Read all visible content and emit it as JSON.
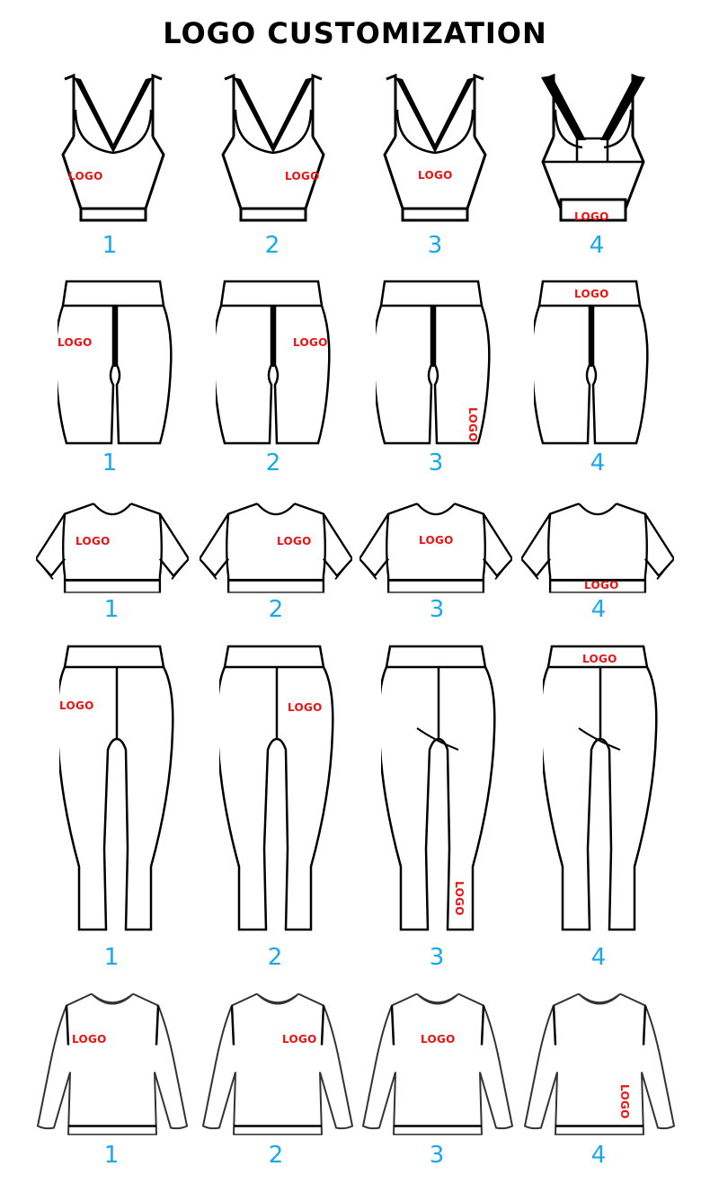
{
  "title": "LOGO CUSTOMIZATION",
  "colors": {
    "logo": "#ee1111",
    "number": "#1aa7ec",
    "outline": "#000000"
  },
  "logo_label": "LOGO",
  "rows": [
    {
      "garment": "sports-bra",
      "items": [
        {
          "number": "1",
          "placement": "left chest"
        },
        {
          "number": "2",
          "placement": "right chest"
        },
        {
          "number": "3",
          "placement": "center chest"
        },
        {
          "number": "4",
          "placement": "bottom band"
        }
      ]
    },
    {
      "garment": "shorts",
      "items": [
        {
          "number": "1",
          "placement": "left hip"
        },
        {
          "number": "2",
          "placement": "right hip"
        },
        {
          "number": "3",
          "placement": "right leg hem (vertical)"
        },
        {
          "number": "4",
          "placement": "waistband"
        }
      ]
    },
    {
      "garment": "crop-tee",
      "items": [
        {
          "number": "1",
          "placement": "left chest"
        },
        {
          "number": "2",
          "placement": "right chest"
        },
        {
          "number": "3",
          "placement": "center chest"
        },
        {
          "number": "4",
          "placement": "bottom band"
        }
      ]
    },
    {
      "garment": "leggings",
      "items": [
        {
          "number": "1",
          "placement": "left hip"
        },
        {
          "number": "2",
          "placement": "right hip"
        },
        {
          "number": "3",
          "placement": "right calf (vertical)"
        },
        {
          "number": "4",
          "placement": "waistband"
        }
      ]
    },
    {
      "garment": "long-sleeve",
      "items": [
        {
          "number": "1",
          "placement": "left chest"
        },
        {
          "number": "2",
          "placement": "right chest"
        },
        {
          "number": "3",
          "placement": "center chest"
        },
        {
          "number": "4",
          "placement": "bottom right (vertical)"
        }
      ]
    }
  ]
}
